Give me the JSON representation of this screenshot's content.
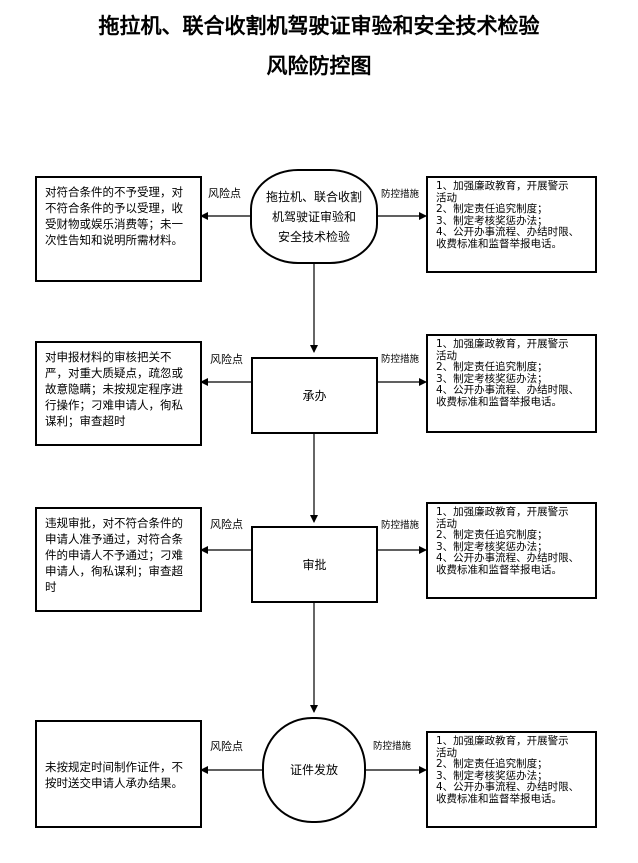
{
  "title": {
    "line1": "拖拉机、联合收割机驾驶证审验和安全技术检验",
    "line2": "风险防控图"
  },
  "labels": {
    "risk_point": "风险点",
    "control_measures": "防控措施"
  },
  "stages": [
    {
      "name": "拖拉机、联合收割机驾驶证审验和安全技术检验",
      "name_lines": [
        "拖拉机、联合收割",
        "机驾驶证审验和",
        "安全技术检验"
      ],
      "risk": "对符合条件的不予受理，对不符合条件的予以受理，收受财物或娱乐消费等；未一次性告知和说明所需材料。",
      "measures": [
        "1、加强廉政教育，开展警示",
        "活动",
        "2、制定责任追究制度；",
        "3、制定考核奖惩办法；",
        "4、公开办事流程、办结时限、",
        "收费标准和监督举报电话。"
      ]
    },
    {
      "name": "承办",
      "name_lines": [
        "承办"
      ],
      "risk": "对申报材料的审核把关不严，对重大质疑点，疏忽或故意隐瞒；未按规定程序进行操作；刁难申请人，徇私谋利；审查超时",
      "measures": [
        "1、加强廉政教育，开展警示",
        "活动",
        "2、制定责任追究制度；",
        "3、制定考核奖惩办法；",
        "4、公开办事流程、办结时限、",
        "收费标准和监督举报电话。"
      ]
    },
    {
      "name": "审批",
      "name_lines": [
        "审批"
      ],
      "risk": "违规审批，对不符合条件的申请人准予通过，对符合条件的申请人不予通过；刁难申请人，徇私谋利；审查超时",
      "measures": [
        "1、加强廉政教育，开展警示",
        "活动",
        "2、制定责任追究制度；",
        "3、制定考核奖惩办法；",
        "4、公开办事流程、办结时限、",
        "收费标准和监督举报电话。"
      ]
    },
    {
      "name": "证件发放",
      "name_lines": [
        "证件发放"
      ],
      "risk": "未按规定时间制作证件，不按时送交申请人承办结果。",
      "measures": [
        "1、加强廉政教育，开展警示",
        "活动",
        "2、制定责任追究制度；",
        "3、制定考核奖惩办法；",
        "4、公开办事流程、办结时限、",
        "收费标准和监督举报电话。"
      ]
    }
  ]
}
